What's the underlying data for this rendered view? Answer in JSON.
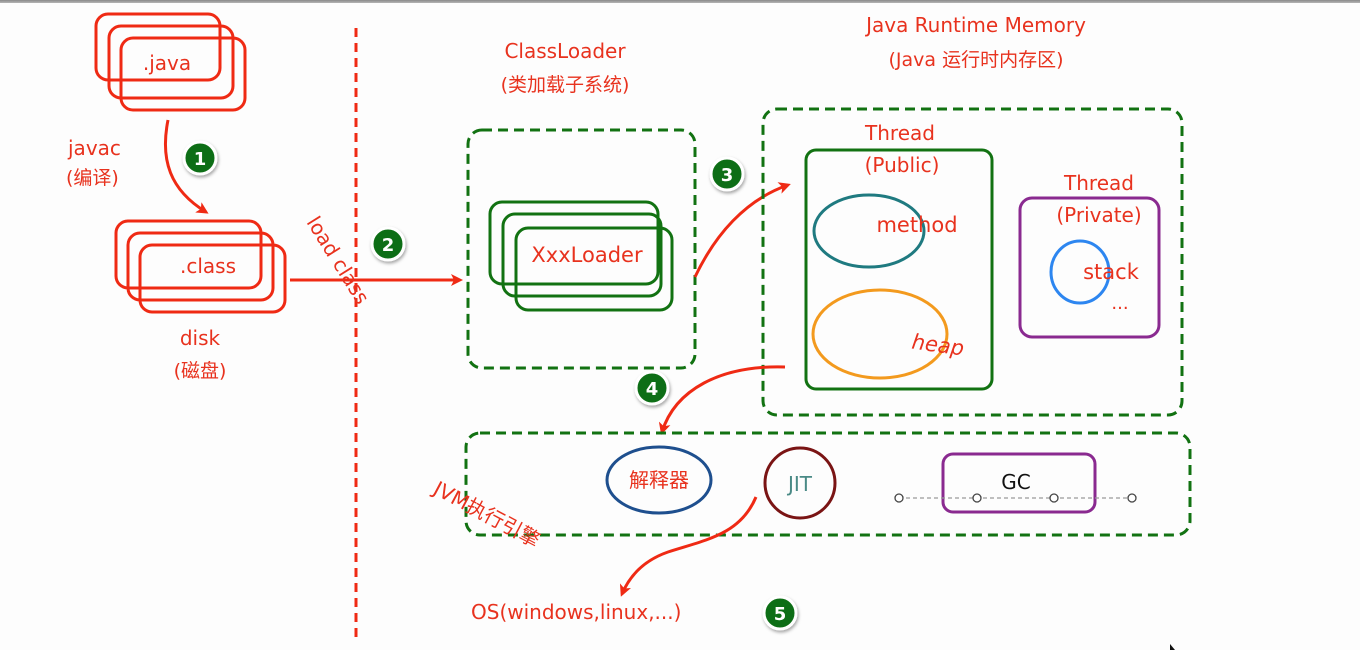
{
  "colors": {
    "red": "#ef2a14",
    "label_red": "#e8321e",
    "dark_green": "#127212",
    "teal": "#1f7a80",
    "orange": "#f39a1e",
    "purple": "#8a2a90",
    "blue": "#2d86f0",
    "navy": "#1e4f8e",
    "maroon": "#7a1414",
    "badge_green": "#0f6e14"
  },
  "source": {
    "java_file": ".java",
    "compile_label": "javac",
    "compile_label_cn": "(编译)",
    "class_file": ".class",
    "disk_label": "disk",
    "disk_label_cn": "(磁盘)"
  },
  "load_arrow_label": "load class",
  "classloader": {
    "title": "ClassLoader",
    "subtitle": "(类加载子系统)",
    "loader_label": "XxxLoader"
  },
  "runtime_memory": {
    "title": "Java Runtime Memory",
    "subtitle": "(Java 运行时内存区)",
    "public_thread": {
      "title": "Thread",
      "subtitle": "(Public)",
      "areas": [
        "method",
        "heap"
      ]
    },
    "private_thread": {
      "title": "Thread",
      "subtitle": "(Private)",
      "areas": [
        "stack",
        "..."
      ]
    }
  },
  "execution_engine": {
    "label": "JVM执行引擎",
    "interpreter": "解释器",
    "jit": "JIT",
    "gc": "GC"
  },
  "os_label": "OS(windows,linux,...)",
  "steps": [
    "1",
    "2",
    "3",
    "4",
    "5"
  ]
}
